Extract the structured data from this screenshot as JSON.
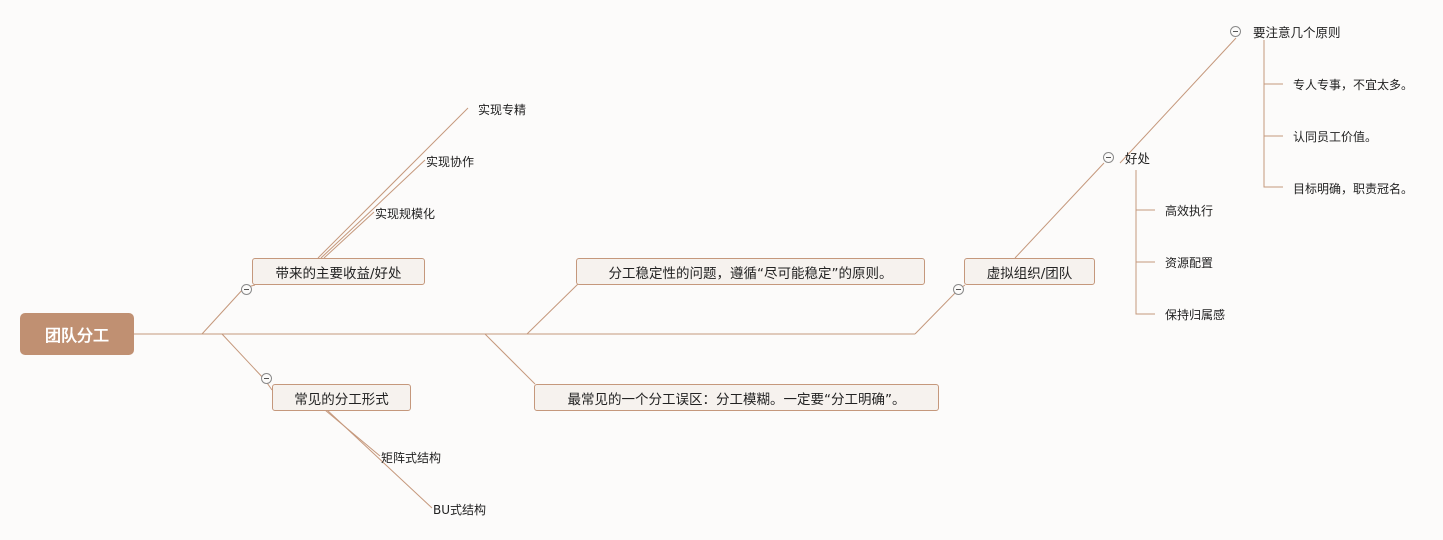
{
  "root": {
    "label": "团队分工"
  },
  "branches": {
    "benefits": {
      "label": "带来的主要收益/好处",
      "items": [
        "实现专精",
        "实现协作",
        "实现规模化"
      ]
    },
    "forms": {
      "label": "常见的分工形式",
      "items": [
        "矩阵式结构",
        "BU式结构"
      ]
    },
    "stability": {
      "label": "分工稳定性的问题，遵循“尽可能稳定”的原则。"
    },
    "mistake": {
      "label": "最常见的一个分工误区：分工模糊。一定要“分工明确”。"
    },
    "virtual": {
      "label": "虚拟组织/团队",
      "good": {
        "label": "好处",
        "items": [
          "高效执行",
          "资源配置",
          "保持归属感"
        ],
        "principles": {
          "label": "要注意几个原则",
          "items": [
            "专人专事，不宜太多。",
            "认同员工价值。",
            "目标明确，职责冠名。"
          ]
        }
      }
    }
  },
  "colors": {
    "root": "#c09072",
    "line": "#c5987c",
    "box_bg": "#f6f2ee"
  }
}
